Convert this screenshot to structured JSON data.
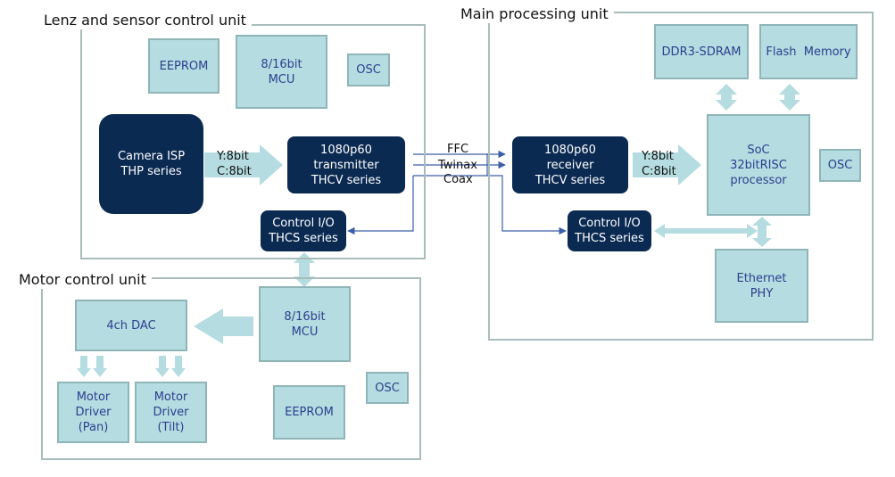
{
  "units": {
    "lens": "Lenz and sensor control unit",
    "main": "Main processing  unit",
    "motor": "Motor control unit"
  },
  "lens_unit": {
    "eeprom": "EEPROM",
    "mcu": [
      "8/16bit",
      "MCU"
    ],
    "osc": "OSC",
    "camera_isp": [
      "Camera ISP",
      "THP series"
    ],
    "video_format": [
      "Y:8bit",
      "C:8bit"
    ],
    "transmitter": [
      "1080p60",
      "transmitter",
      "THCV series"
    ],
    "control_io": [
      "Control I/O",
      "THCS series"
    ]
  },
  "cable_types": [
    "FFC",
    "Twinax",
    "Coax"
  ],
  "main_unit": {
    "ddr3": "DDR3-SDRAM",
    "flash": "Flash  Memory",
    "receiver": [
      "1080p60",
      "receiver",
      "THCV series"
    ],
    "video_format": [
      "Y:8bit",
      "C:8bit"
    ],
    "soc": [
      "SoC",
      "32bitRISC",
      "processor"
    ],
    "osc": "OSC",
    "control_io": [
      "Control I/O",
      "THCS series"
    ],
    "ethernet": [
      "Ethernet",
      "PHY"
    ]
  },
  "motor_unit": {
    "dac": "4ch DAC",
    "mcu": [
      "8/16bit",
      "MCU"
    ],
    "osc": "OSC",
    "motor_pan": [
      "Motor",
      "Driver",
      "(Pan)"
    ],
    "motor_tilt": [
      "Motor",
      "Driver",
      "(Tilt)"
    ],
    "eeprom": "EEPROM"
  },
  "colors": {
    "block_fill": "#b5dce0",
    "block_border": "#8fb5b9",
    "block_text": "#2b3f8e",
    "dark_block": "#0a2a52",
    "arrow_fill": "#b5dce0",
    "frame_border": "#a9bcbc",
    "wire": "#3a5ea8"
  }
}
